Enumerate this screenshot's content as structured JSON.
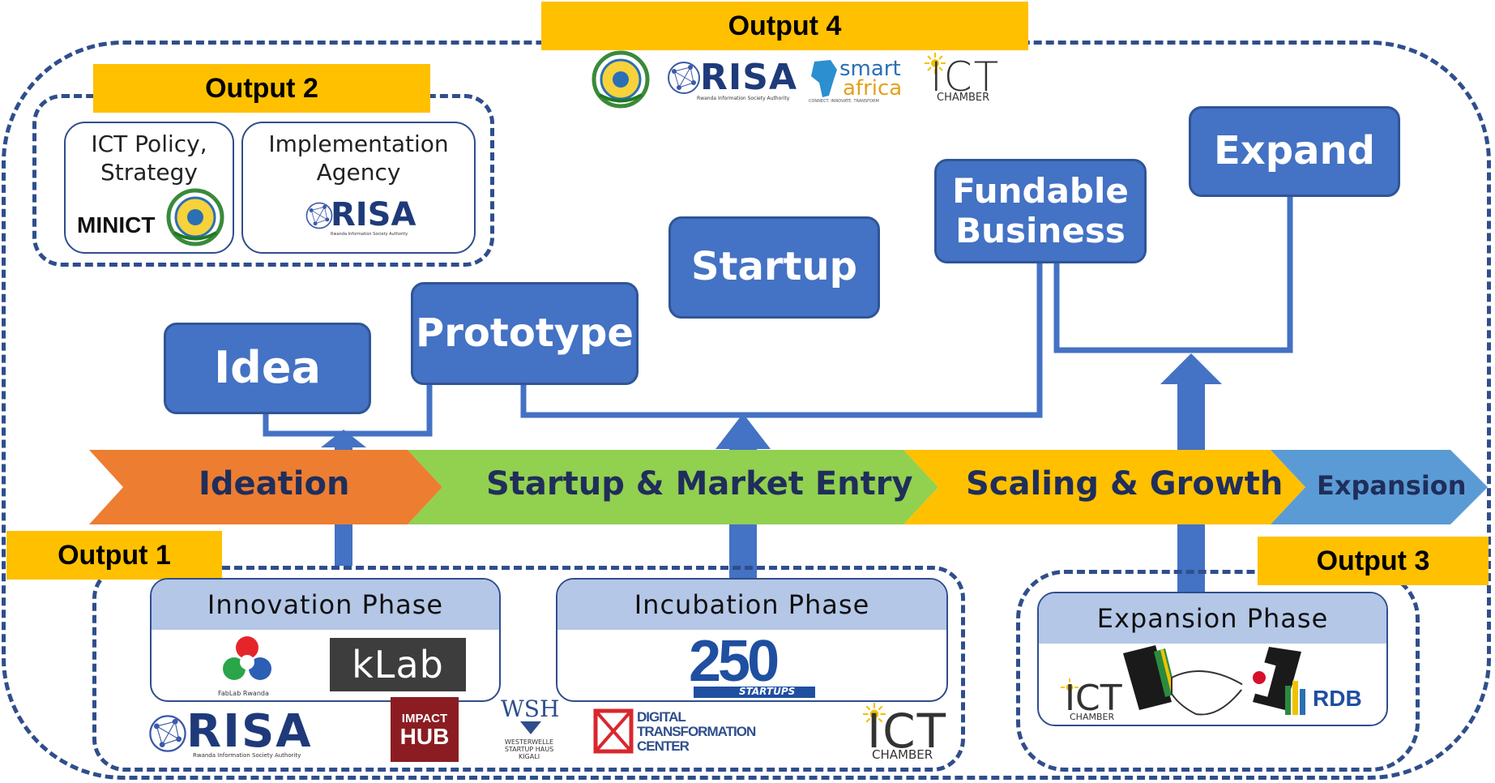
{
  "outputs": {
    "o1": "Output 1",
    "o2": "Output 2",
    "o3": "Output  3",
    "o4": "Output 4"
  },
  "stages": {
    "idea": "Idea",
    "prototype": "Prototype",
    "startup": "Startup",
    "fundable": "Fundable Business",
    "expand": "Expand"
  },
  "phases_arrow": {
    "ideation": "Ideation",
    "startup_market": "Startup & Market Entry",
    "scaling": "Scaling & Growth",
    "expansion": "Expansion"
  },
  "output2": {
    "policy": "ICT Policy, Strategy",
    "minict": "MINICT",
    "agency": "Implementation Agency"
  },
  "phase_boxes": {
    "innovation": "Innovation Phase",
    "incubation": "Incubation Phase",
    "expansion": "Expansion Phase"
  },
  "logos": {
    "risa": "RISA",
    "risa_sub": "Rwanda Information Society Authority",
    "smart": "smart",
    "africa": "africa",
    "smart_sub": "CONNECT. INNOVATE. TRANSFORM",
    "ict": "ICT",
    "chamber": "CHAMBER",
    "fablab": "FabLab Rwanda",
    "klab": "kLab",
    "impact": "IMPACT",
    "hub": "HUB",
    "wsh": "WSH",
    "wsh_sub": "WESTERWELLE STARTUP HAUS KIGALI",
    "dtc": "DIGITAL TRANSFORMATION CENTER",
    "n250": "250",
    "startups": "STARTUPS",
    "rdb": "RDB"
  },
  "colors": {
    "frame": "#2f4e8c",
    "stage_blue": "#4472c4",
    "ideation": "#ed7d31",
    "startup_market": "#92d050",
    "scaling": "#ffc000",
    "expansion": "#5b9bd5",
    "output_label": "#ffc000"
  }
}
